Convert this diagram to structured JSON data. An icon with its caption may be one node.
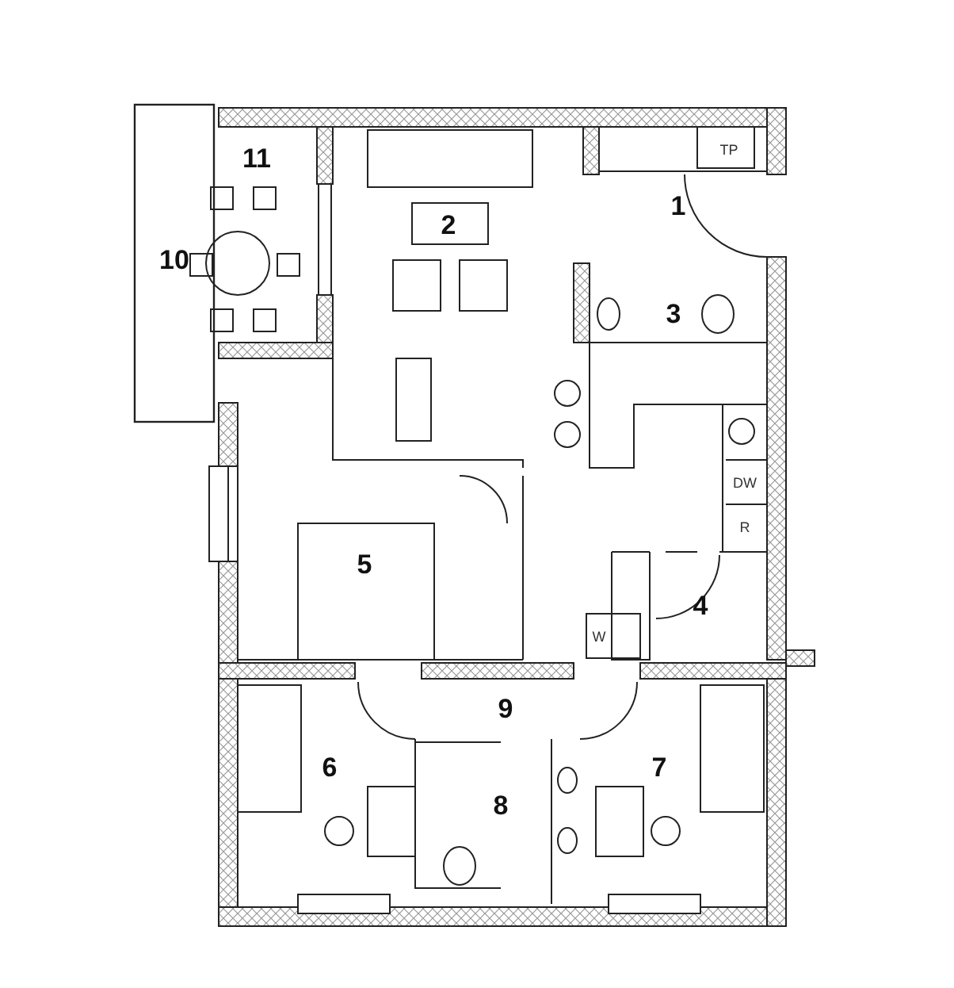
{
  "diagram": {
    "labels": [
      "TP",
      "11",
      "2",
      "1",
      "10",
      "3",
      "DW",
      "R",
      "5",
      "4",
      "W",
      "9",
      "6",
      "8",
      "7"
    ]
  }
}
